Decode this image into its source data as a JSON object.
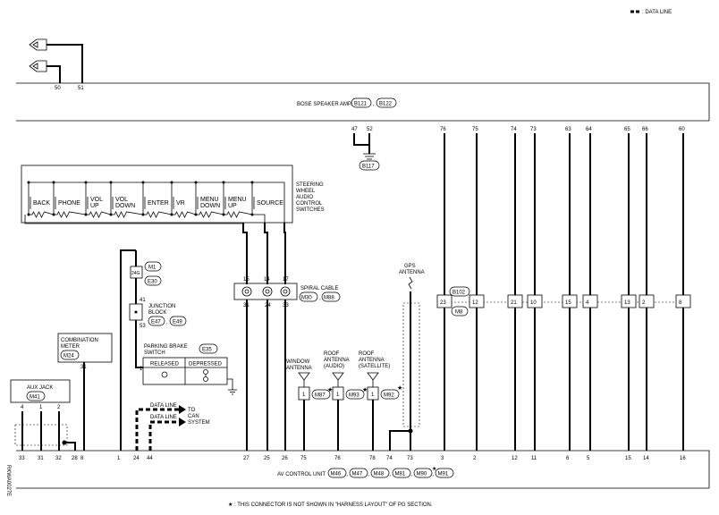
{
  "legend": {
    "label": ": DATA LINE"
  },
  "bose_amp": {
    "label": "BOSE SPEAKER AMP.",
    "connectors": [
      "B121",
      "B122"
    ],
    "left_pins": [
      "50",
      "51"
    ],
    "ground_pins": [
      "47",
      "52"
    ],
    "ground_connector": "B117",
    "pins": [
      "76",
      "75",
      "74",
      "73",
      "63",
      "64",
      "65",
      "66",
      "60"
    ]
  },
  "steering": {
    "label_lines": [
      "STEERING",
      "WHEEL",
      "AUDIO",
      "CONTROL",
      "SWITCHES"
    ],
    "switches": [
      {
        "line1": "BACK",
        "line2": ""
      },
      {
        "line1": "PHONE",
        "line2": ""
      },
      {
        "line1": "VOL",
        "line2": "UP"
      },
      {
        "line1": "VOL",
        "line2": "DOWN"
      },
      {
        "line1": "ENTER",
        "line2": ""
      },
      {
        "line1": "VR",
        "line2": ""
      },
      {
        "line1": "MENU",
        "line2": "DOWN"
      },
      {
        "line1": "MENU",
        "line2": "UP"
      },
      {
        "line1": "SOURCE",
        "line2": ""
      }
    ]
  },
  "spiral_cable": {
    "label": "SPIRAL CABLE",
    "connectors": [
      "M30",
      "M88"
    ],
    "top_pins": [
      "15",
      "14",
      "17"
    ],
    "bottom_pins": [
      "31",
      "24",
      "33"
    ]
  },
  "junction_block": {
    "label_lines": [
      "JUNCTION",
      "BLOCK"
    ],
    "connectors": [
      "M1",
      "E30",
      "E47",
      "E49"
    ],
    "pins": [
      "24G",
      "41",
      "53"
    ]
  },
  "parking_brake": {
    "label_lines": [
      "PARKING BRAKE",
      "SWITCH"
    ],
    "connector": "E35",
    "pin": "1",
    "col1": "RELEASED",
    "col2": "DEPRESSED"
  },
  "combination_meter": {
    "label_lines": [
      "COMBINATION",
      "METER"
    ],
    "connector": "M24",
    "pin": "31"
  },
  "aux_jack": {
    "label": "AUX JACK",
    "connector": "M41",
    "pins": [
      "4",
      "1",
      "2"
    ]
  },
  "data_lines": {
    "line1": "DATA LINE",
    "line2": "DATA LINE",
    "to_can": [
      "TO",
      "CAN",
      "SYSTEM"
    ]
  },
  "gps": {
    "label_lines": [
      "GPS",
      "ANTENNA"
    ]
  },
  "antennas": [
    {
      "lines": [
        "WINDOW",
        "ANTENNA"
      ],
      "connector": "M87",
      "pin": "1",
      "star": false
    },
    {
      "lines": [
        "ROOF",
        "ANTENNA",
        "(AUDIO)"
      ],
      "connector": "M93",
      "pin": "1",
      "star": true
    },
    {
      "lines": [
        "ROOF",
        "ANTENNA",
        "(SATELLITE)"
      ],
      "connector": "M92",
      "pin": "1",
      "star": true
    }
  ],
  "joint_connector": {
    "connectors": [
      "B102",
      "M8"
    ],
    "pins": [
      "23",
      "12",
      "21",
      "10",
      "15",
      "4",
      "13",
      "2",
      "8"
    ]
  },
  "av_unit": {
    "label": "AV CONTROL UNIT",
    "connectors": [
      "M46",
      "M47",
      "M48",
      "M81",
      "M90",
      "M91"
    ],
    "pins": [
      "33",
      "31",
      "32",
      "28",
      "8",
      "1",
      "24",
      "44",
      "27",
      "25",
      "26",
      "75",
      "76",
      "78",
      "74",
      "73",
      "3",
      "2",
      "12",
      "11",
      "6",
      "5",
      "15",
      "14",
      "16"
    ]
  },
  "footnote": "★ : THIS CONNECTOR IS NOT SHOWN IN \"HARNESS LAYOUT\" OF PG SECTION.",
  "side_code": "RKWA0027E"
}
